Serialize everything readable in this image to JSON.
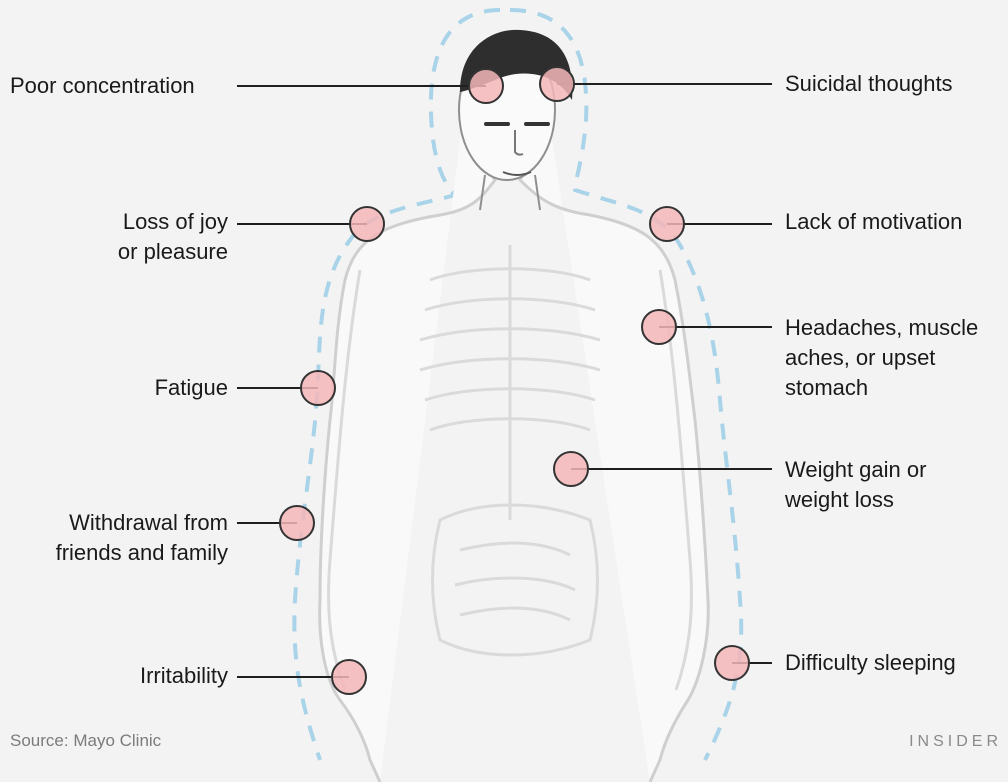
{
  "symptoms": {
    "poor_concentration": "Poor concentration",
    "loss_of_joy": "Loss of joy\nor pleasure",
    "fatigue": "Fatigue",
    "withdrawal": "Withdrawal from\nfriends and family",
    "irritability": "Irritability",
    "suicidal_thoughts": "Suicidal thoughts",
    "lack_of_motivation": "Lack of motivation",
    "aches": "Headaches, muscle\naches, or upset\nstomach",
    "weight": "Weight gain or\nweight loss",
    "difficulty_sleeping": "Difficulty sleeping"
  },
  "footer": {
    "source_prefix": "Source:",
    "source_name": "Mayo Clinic",
    "brand": "INSIDER"
  },
  "colors": {
    "marker_fill": "#f4b6b8",
    "marker_stroke": "#333333",
    "aura": "#a9d3e8",
    "body_line": "#cfcfcf"
  }
}
